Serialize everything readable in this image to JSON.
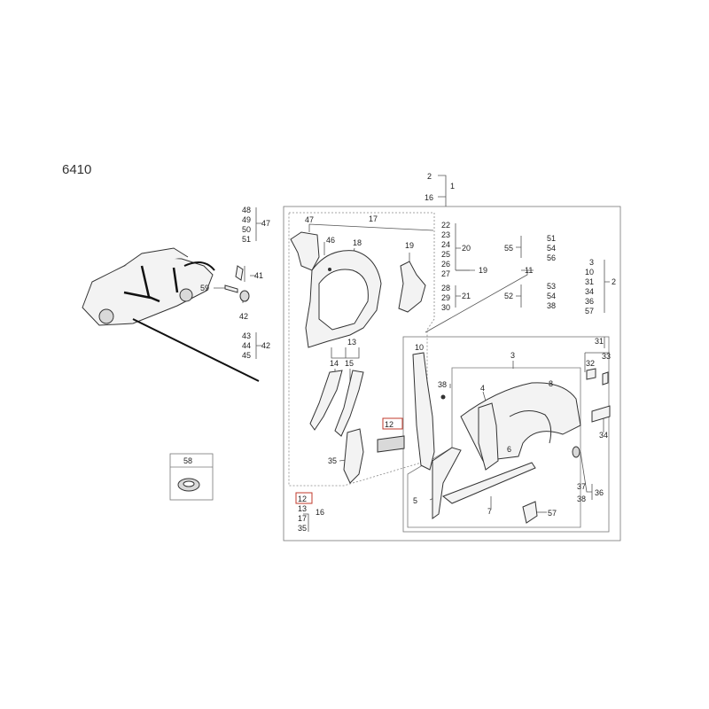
{
  "page": {
    "code": "6410"
  },
  "callouts": {
    "c1": "1",
    "c2": "2",
    "c16a": "16",
    "c48": "48",
    "c49": "49",
    "c50": "50",
    "c51a": "51",
    "c47a": "47",
    "c41": "41",
    "c59": "59",
    "c42a": "42",
    "c43": "43",
    "c44": "44",
    "c45": "45",
    "c42b": "42",
    "c58": "58",
    "c47b": "47",
    "c17a": "17",
    "c46": "46",
    "c18": "18",
    "c19a": "19",
    "c13a": "13",
    "c14": "14",
    "c15": "15",
    "c12a": "12",
    "c35a": "35",
    "c12b": "12",
    "c13b": "13",
    "c17b": "17",
    "c35b": "35",
    "c16b": "16",
    "c22": "22",
    "c23": "23",
    "c24": "24",
    "c25": "25",
    "c26": "26",
    "c27": "27",
    "c20": "20",
    "c19b": "19",
    "c28": "28",
    "c29": "29",
    "c30": "30",
    "c21": "21",
    "c55": "55",
    "c51b": "51",
    "c54a": "54",
    "c56": "56",
    "c11": "11",
    "c52": "52",
    "c53": "53",
    "c54b": "54",
    "c38a": "38",
    "c3a": "3",
    "c10a": "10",
    "c31a": "31",
    "c34a": "34",
    "c36a": "36",
    "c57a": "57",
    "c2b": "2",
    "c10b": "10",
    "c31b": "31",
    "c38b": "38",
    "c32": "32",
    "c33": "33",
    "c34b": "34",
    "c3b": "3",
    "c4": "4",
    "c8": "8",
    "c6": "6",
    "c5": "5",
    "c7": "7",
    "c37": "37",
    "c38c": "38",
    "c36b": "36",
    "c57b": "57"
  }
}
